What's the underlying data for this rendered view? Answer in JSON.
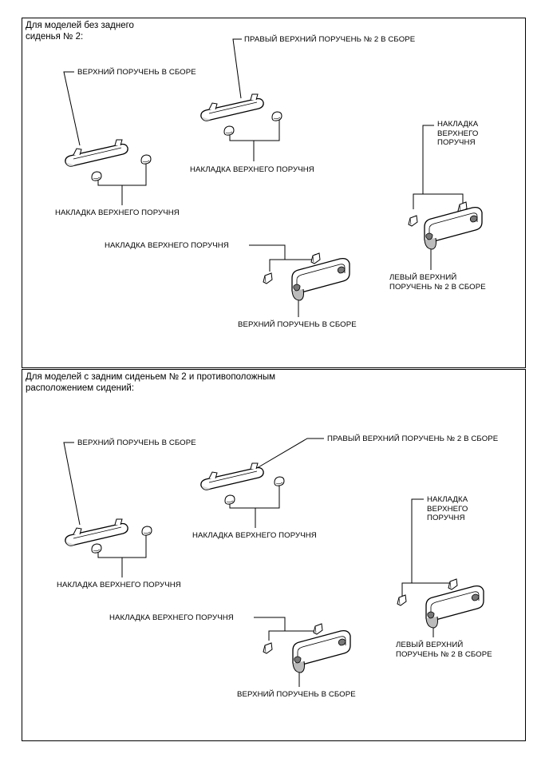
{
  "sections": {
    "top": {
      "heading": "Для моделей без заднего\nсиденья № 2:",
      "labels": {
        "assembly_left": "ВЕРХНИЙ ПОРУЧЕНЬ В СБОРЕ",
        "right_no2": "ПРАВЫЙ ВЕРХНИЙ ПОРУЧЕНЬ № 2 В СБОРЕ",
        "cover_center": "НАКЛАДКА ВЕРХНЕГО ПОРУЧНЯ",
        "cover_right": "НАКЛАДКА\nВЕРХНЕГО\nПОРУЧНЯ",
        "cover_left": "НАКЛАДКА ВЕРХНЕГО ПОРУЧНЯ",
        "cover_mid": "НАКЛАДКА ВЕРХНЕГО ПОРУЧНЯ",
        "left_no2": "ЛЕВЫЙ ВЕРХНИЙ\nПОРУЧЕНЬ № 2 В СБОРЕ",
        "assembly_bottom": "ВЕРХНИЙ ПОРУЧЕНЬ В СБОРЕ"
      }
    },
    "bottom": {
      "heading": "Для моделей с задним сиденьем № 2 и противоположным\nрасположением сидений:",
      "labels": {
        "assembly_left": "ВЕРХНИЙ ПОРУЧЕНЬ В СБОРЕ",
        "right_no2": "ПРАВЫЙ ВЕРХНИЙ ПОРУЧЕНЬ № 2 В СБОРЕ",
        "cover_right": "НАКЛАДКА\nВЕРХНЕГО\nПОРУЧНЯ",
        "cover_center": "НАКЛАДКА ВЕРХНЕГО ПОРУЧНЯ",
        "cover_left": "НАКЛАДКА ВЕРХНЕГО ПОРУЧНЯ",
        "cover_mid": "НАКЛАДКА ВЕРХНЕГО ПОРУЧНЯ",
        "left_no2": "ЛЕВЫЙ ВЕРХНИЙ\nПОРУЧЕНЬ № 2 В СБОРЕ",
        "assembly_bottom": "ВЕРХНИЙ ПОРУЧЕНЬ В СБОРЕ"
      }
    }
  }
}
